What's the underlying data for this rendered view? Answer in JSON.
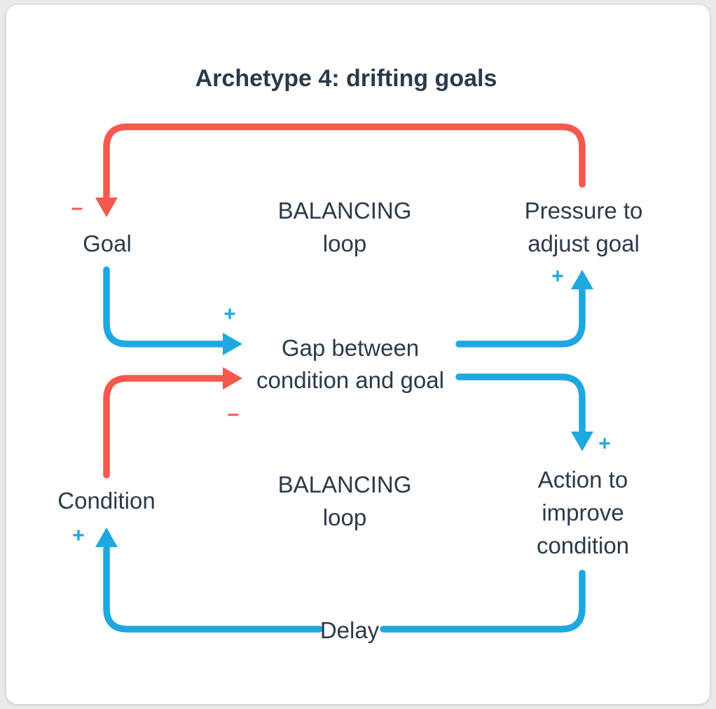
{
  "title": "Archetype 4: drifting goals",
  "colors": {
    "red": "#f5584e",
    "blue": "#1fa7e0",
    "text": "#2b3a4a",
    "page-bg": "#e9eaea",
    "card-bg": "#ffffff"
  },
  "nodes": {
    "goal": {
      "lines": [
        "Goal"
      ]
    },
    "pressure": {
      "lines": [
        "Pressure to",
        "adjust goal"
      ]
    },
    "gap": {
      "lines": [
        "Gap between",
        "condition and goal"
      ]
    },
    "condition": {
      "lines": [
        "Condition"
      ]
    },
    "action": {
      "lines": [
        "Action to",
        "improve",
        "condition"
      ]
    }
  },
  "loop_labels": [
    {
      "lines": [
        "BALANCING",
        "loop"
      ]
    },
    {
      "lines": [
        "BALANCING",
        "loop"
      ]
    }
  ],
  "edges": [
    {
      "id": "pressure-to-goal",
      "from": "pressure",
      "to": "goal",
      "color": "red",
      "sign": "–"
    },
    {
      "id": "goal-to-gap",
      "from": "goal",
      "to": "gap",
      "color": "blue",
      "sign": "+"
    },
    {
      "id": "condition-to-gap",
      "from": "condition",
      "to": "gap",
      "color": "red",
      "sign": "–"
    },
    {
      "id": "gap-to-pressure",
      "from": "gap",
      "to": "pressure",
      "color": "blue",
      "sign": "+"
    },
    {
      "id": "gap-to-action",
      "from": "gap",
      "to": "action",
      "color": "blue",
      "sign": "+"
    },
    {
      "id": "action-to-condition",
      "from": "action",
      "to": "condition",
      "color": "blue",
      "sign": "+",
      "label": "Delay"
    }
  ]
}
